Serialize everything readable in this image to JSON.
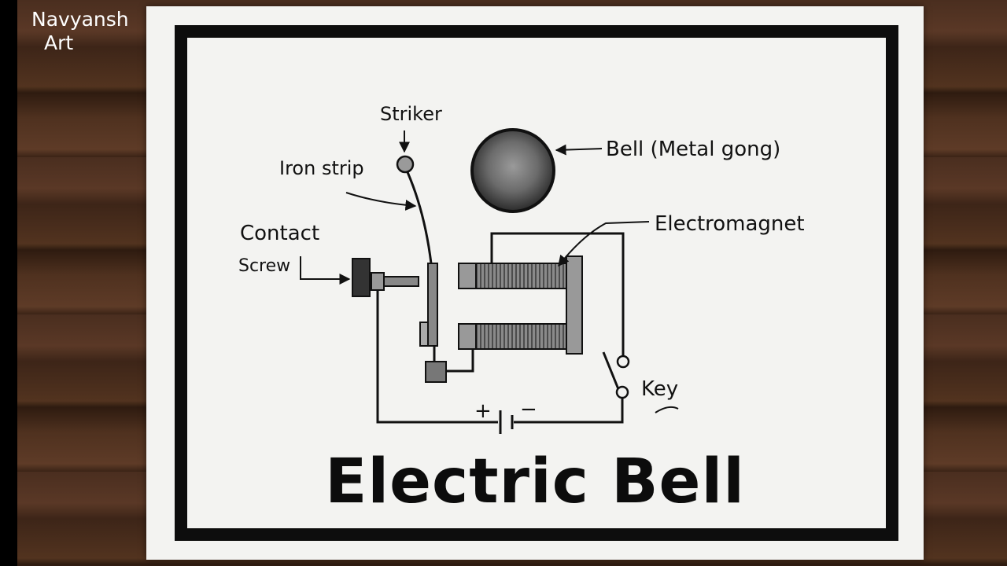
{
  "watermark": {
    "line1": "Navyansh",
    "line2": "Art"
  },
  "diagram": {
    "title": "Electric Bell",
    "labels": {
      "striker": "Striker",
      "iron_strip": "Iron strip",
      "bell": "Bell (Metal gong)",
      "electromagnet": "Electromagnet",
      "contact_line1": "Contact",
      "contact_line2": "Screw",
      "key": "Key",
      "plus": "+",
      "minus": "−"
    }
  }
}
